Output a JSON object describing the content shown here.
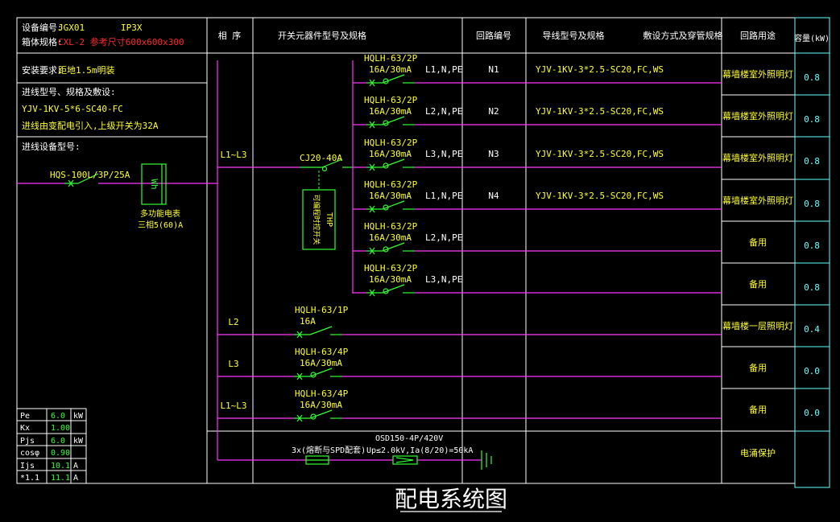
{
  "header": {
    "device_no_label": "设备编号:",
    "device_no_value": "JGX01",
    "protection": "IP3X",
    "spec_label": "箱体规格:",
    "spec_value": "CXL-2 参考尺寸600x600x300"
  },
  "columns": {
    "phase_seq": "相 序",
    "switch_model": "开关元器件型号及规格",
    "circuit_no": "回路编号",
    "wire_model": "导线型号及规格",
    "laying": "敷设方式及穿管规格",
    "usage": "回路用途",
    "capacity": "容量(kW)"
  },
  "left_info": {
    "install_label": "安装要求:",
    "install_value": "距地1.5m明装",
    "incoming_label": "进线型号、规格及敷设:",
    "incoming_cable": "YJV-1KV-5*6-SC40-FC",
    "incoming_note": "进线由变配电引入,上级开关为32A",
    "incoming_device_label": "进线设备型号:",
    "main_switch": "HQS-100L/3P/25A",
    "meter_symbol": "Wh",
    "meter_label_1": "多功能电表",
    "meter_label_2": "三相5(60)A"
  },
  "params": [
    {
      "name": "Pe",
      "value": "6.0",
      "unit": "kW"
    },
    {
      "name": "Kx",
      "value": "1.00",
      "unit": ""
    },
    {
      "name": "Pjs",
      "value": "6.0",
      "unit": "kW"
    },
    {
      "name": "cosφ",
      "value": "0.90",
      "unit": ""
    },
    {
      "name": "Ijs",
      "value": "10.1",
      "unit": "A"
    },
    {
      "name": "*1.1",
      "value": "11.1",
      "unit": "A"
    }
  ],
  "contactor": {
    "model": "CJ20-40A",
    "controller_text": "可编程时控开关",
    "controller_code": "THP"
  },
  "branches": [
    {
      "phase": "",
      "breaker": "HQLH-63/2P",
      "rating": "16A/30mA",
      "conductors": "L1,N,PE",
      "circuit": "N1",
      "cable": "YJV-1KV-3*2.5-SC20,FC,WS",
      "usage": "幕墙楼室外照明灯",
      "capacity": "0.8"
    },
    {
      "phase": "",
      "breaker": "HQLH-63/2P",
      "rating": "16A/30mA",
      "conductors": "L2,N,PE",
      "circuit": "N2",
      "cable": "YJV-1KV-3*2.5-SC20,FC,WS",
      "usage": "幕墙楼室外照明灯",
      "capacity": "0.8"
    },
    {
      "phase": "L1~L3",
      "breaker": "HQLH-63/2P",
      "rating": "16A/30mA",
      "conductors": "L3,N,PE",
      "circuit": "N3",
      "cable": "YJV-1KV-3*2.5-SC20,FC,WS",
      "usage": "幕墙楼室外照明灯",
      "capacity": "0.8"
    },
    {
      "phase": "",
      "breaker": "HQLH-63/2P",
      "rating": "16A/30mA",
      "conductors": "L1,N,PE",
      "circuit": "N4",
      "cable": "YJV-1KV-3*2.5-SC20,FC,WS",
      "usage": "幕墙楼室外照明灯",
      "capacity": "0.8"
    },
    {
      "phase": "",
      "breaker": "HQLH-63/2P",
      "rating": "16A/30mA",
      "conductors": "L2,N,PE",
      "circuit": "",
      "cable": "",
      "usage": "备用",
      "capacity": "0.8"
    },
    {
      "phase": "",
      "breaker": "HQLH-63/2P",
      "rating": "16A/30mA",
      "conductors": "L3,N,PE",
      "circuit": "",
      "cable": "",
      "usage": "备用",
      "capacity": "0.8"
    },
    {
      "phase": "L2",
      "breaker": "HQLH-63/1P",
      "rating": "16A",
      "conductors": "",
      "circuit": "",
      "cable": "",
      "usage": "幕墙楼一层照明灯",
      "capacity": "0.4"
    },
    {
      "phase": "L3",
      "breaker": "HQLH-63/4P",
      "rating": "16A/30mA",
      "conductors": "",
      "circuit": "",
      "cable": "",
      "usage": "备用",
      "capacity": "0.0"
    },
    {
      "phase": "L1~L3",
      "breaker": "HQLH-63/4P",
      "rating": "16A/30mA",
      "conductors": "",
      "circuit": "",
      "cable": "",
      "usage": "备用",
      "capacity": "0.0"
    }
  ],
  "spd": {
    "fuse_label": "3x(熔断与SPD配套)",
    "model": "OSD150-4P/420V",
    "params": "Up≤2.0kV,Ia(8/20)=50kA",
    "usage": "电涌保护"
  },
  "footer": {
    "title": "配电系统图"
  }
}
